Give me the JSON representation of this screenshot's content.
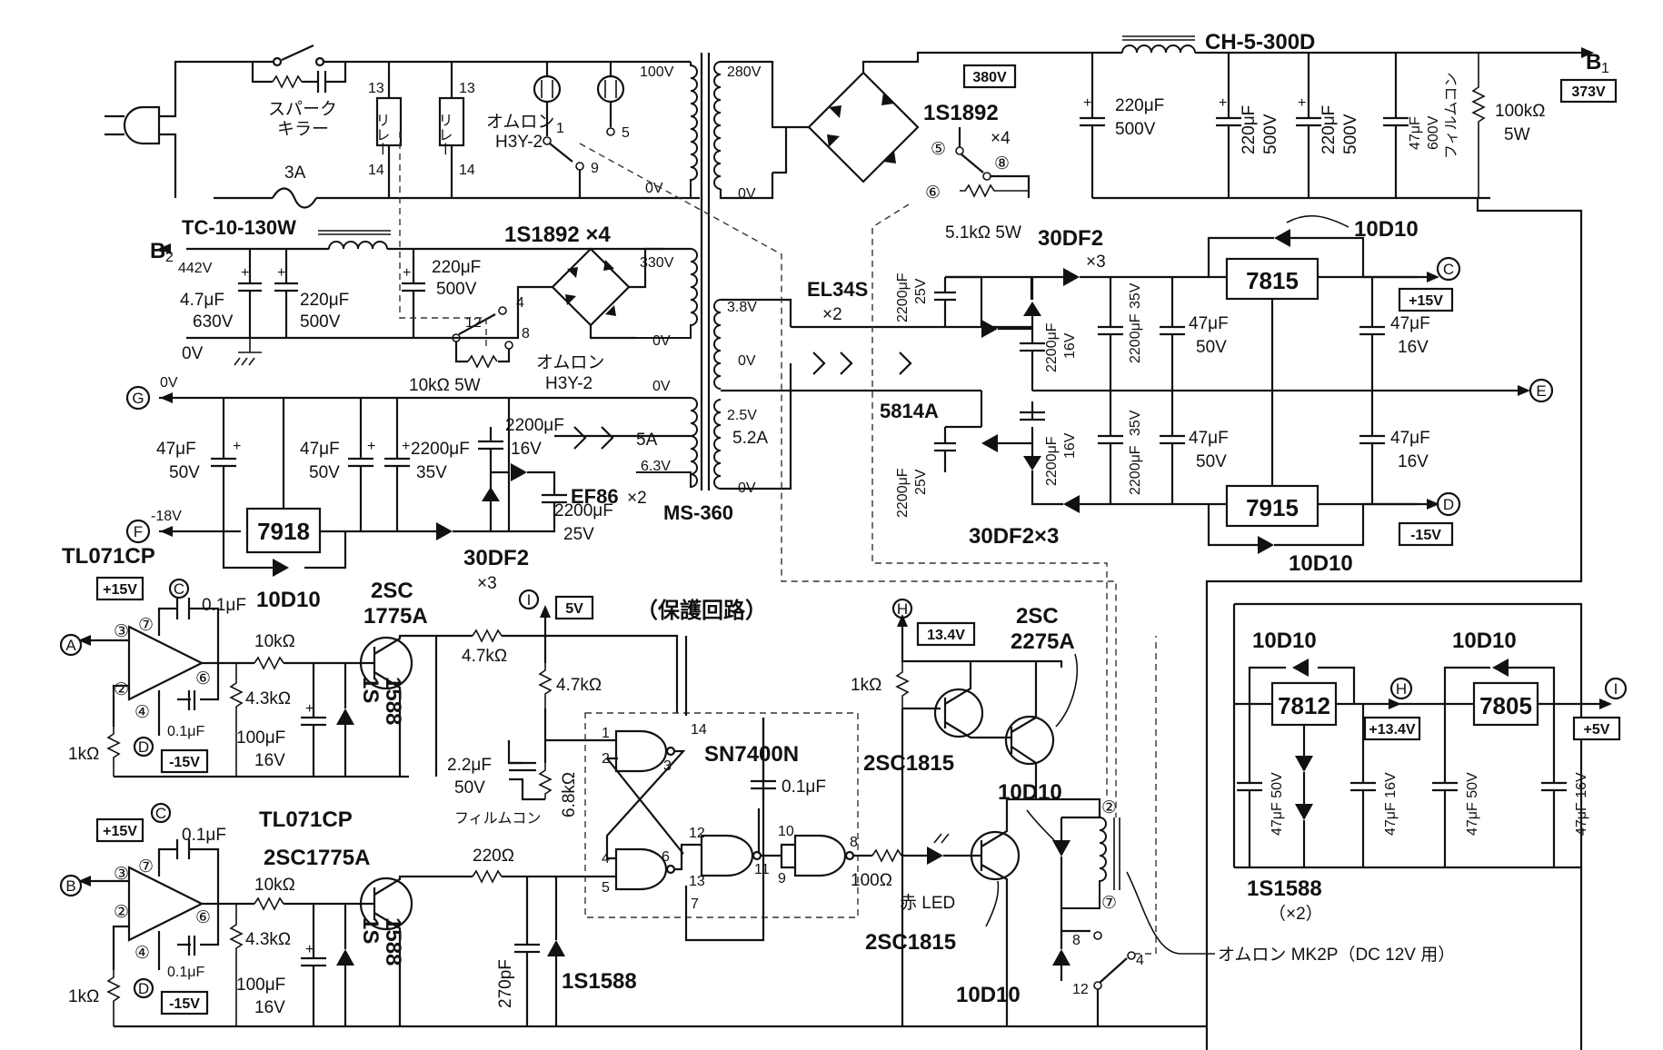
{
  "power": {
    "spark_killer_line1": "スパーク",
    "spark_killer_line2": "キラー",
    "fuse": "3A",
    "relay": "リレー",
    "relay_pin_top": "13",
    "relay_pin_bottom": "14",
    "timer1_line1": "オムロン",
    "timer1_line2": "H3Y-2",
    "timer_pin1": "1",
    "timer_pin5": "5",
    "timer_pin9": "9",
    "pri_100v": "100V",
    "pri_0v": "0V"
  },
  "hv": {
    "sec_280v": "280V",
    "sec_0v": "0V",
    "bridge_diode": "1S1892",
    "bridge_count": "×4",
    "choke": "CH-5-300D",
    "v380": "380V",
    "cap1": "220μF",
    "cap1_v": "500V",
    "cap2": "220μF",
    "cap2_v": "500V",
    "cap3": "220μF",
    "cap3_v": "500V",
    "cap4": "47μF",
    "cap4_v": "600V",
    "cap4_type": "フィルムコン",
    "bleeder": "100kΩ",
    "bleeder_w": "5W",
    "out_label": "B",
    "out_sub": "1",
    "out_v": "373V",
    "res": "5.1kΩ 5W",
    "pin5": "⑤",
    "pin8": "⑧",
    "pin6": "⑥"
  },
  "b2": {
    "choke": "TC-10-130W",
    "out_label": "B",
    "out_sub": "2",
    "out_v": "442V",
    "cap1": "4.7μF",
    "cap1_v": "630V",
    "cap2": "220μF",
    "cap2_v": "500V",
    "cap3": "220μF",
    "cap3_v": "500V",
    "bridge_diode": "1S1892 ×4",
    "sec_330v": "330V",
    "sec_0v": "0V",
    "gnd": "0V",
    "timer_line1": "オムロン",
    "timer_line2": "H3Y-2",
    "pin12": "12",
    "pin4": "4",
    "pin8": "8",
    "res": "10kΩ 5W"
  },
  "heater": {
    "g_label": "G",
    "g_v": "0V",
    "f_label": "F",
    "f_v": "-18V",
    "cap1": "47μF",
    "cap1_v": "50V",
    "cap2": "47μF",
    "cap2_v": "50V",
    "cap3": "2200μF",
    "cap3_v": "35V",
    "cap4": "2200μF",
    "cap4_v": "16V",
    "cap5": "2200μF",
    "cap5_v": "25V",
    "reg": "7918",
    "diode": "10D10",
    "tube": "EF86",
    "tube_count": "×2",
    "sec_0v": "0V",
    "sec_5a": "5A",
    "sec_6v3": "6.3V",
    "rect": "30DF2",
    "rect_count": "×3"
  },
  "transformer": {
    "name": "MS-360",
    "s38": "3.8V",
    "s0a": "0V",
    "s25": "2.5V",
    "s52": "5.2A",
    "s0b": "0V",
    "tube1": "EL34S",
    "tube1_count": "×2",
    "tube2": "5814A"
  },
  "reg15": {
    "rect_top": "30DF2",
    "rect_top_count": "×3",
    "rect_bot": "30DF2×3",
    "cap_in_top": "2200μF",
    "cap_in_top_v": "25V",
    "cap_in_bot": "2200μF",
    "cap_in_bot_v": "25V",
    "cap_dbl1": "2200μF",
    "cap_dbl1_v": "16V",
    "cap_dbl2": "2200μF",
    "cap_dbl2_v": "16V",
    "cap_f1": "2200μF",
    "cap_f1_v": "35V",
    "cap_f2": "2200μF",
    "cap_f2_v": "35V",
    "cap_a": "47μF",
    "cap_a_v": "50V",
    "cap_b": "47μF",
    "cap_b_v": "16V",
    "cap_c": "47μF",
    "cap_c_v": "50V",
    "cap_d": "47μF",
    "cap_d_v": "16V",
    "pos_reg": "7815",
    "neg_reg": "7915",
    "diode_top": "10D10",
    "diode_bot": "10D10",
    "c_label": "C",
    "c_v": "+15V",
    "e_label": "E",
    "d_label": "D",
    "d_v": "-15V"
  },
  "lowv": {
    "reg1": "7812",
    "reg2": "7805",
    "diode1": "10D10",
    "diode2": "10D10",
    "h_label": "H",
    "h_v": "+13.4V",
    "i_label": "I",
    "i_v": "+5V",
    "cap1": "47μF 50V",
    "cap2": "47μF 16V",
    "cap3": "47μF 50V",
    "cap4": "47μF 16V",
    "diode3": "1S1588",
    "diode3_count": "（×2）"
  },
  "protect": {
    "title": "（保護回路）",
    "op1": "TL071CP",
    "op2": "TL071CP",
    "p15a": "+15V",
    "m15a": "-15V",
    "p15b": "+15V",
    "m15b": "-15V",
    "c01a": "0.1μF",
    "c01b": "0.1μF",
    "c01c": "0.1μF",
    "c01d": "0.1μF",
    "r10ka": "10kΩ",
    "r10kb": "10kΩ",
    "r43ka": "4.3kΩ",
    "r43kb": "4.3kΩ",
    "c100a": "100μF",
    "c100a_v": "16V",
    "c100b": "100μF",
    "c100b_v": "16V",
    "d1588a": "1S",
    "d1588a2": "1588",
    "d1588b": "1S",
    "d1588b2": "1588",
    "r1ka": "1kΩ",
    "r1kb": "1kΩ",
    "tr1_l1": "2SC",
    "tr1_l2": "1775A",
    "tr2": "2SC1775A",
    "i_label": "I",
    "v5": "5V",
    "r47ka": "4.7kΩ",
    "r47kb": "4.7kΩ",
    "c22": "2.2μF",
    "c22_v": "50V",
    "c22_type": "フィルムコン",
    "r68k": "6.8kΩ",
    "r220": "220Ω",
    "c270": "270pF",
    "d1588c": "1S1588",
    "ic": "SN7400N",
    "c01ic": "0.1μF",
    "r100": "100Ω",
    "led": "赤 LED",
    "tr3": "2SC1815",
    "tr4": "2SC1815",
    "tr5_l1": "2SC",
    "tr5_l2": "2275A",
    "h_label": "H",
    "v134": "13.4V",
    "r1kc": "1kΩ",
    "d10a": "10D10",
    "d10b": "10D10",
    "relay": "オムロン MK2P（DC 12V 用）",
    "a_label": "A",
    "b_label": "B",
    "pin3": "③",
    "pin2": "②",
    "pin4": "④",
    "pin6": "⑥",
    "pin7": "⑦",
    "circ_c": "C",
    "circ_d": "D",
    "gate_p1": "1",
    "gate_p2": "2",
    "gate_p3": "3",
    "gate_p4": "4",
    "gate_p5": "5",
    "gate_p6": "6",
    "gate_p7": "7",
    "gate_p8": "8",
    "gate_p9": "9",
    "gate_p10": "10",
    "gate_p11": "11",
    "gate_p12": "12",
    "gate_p13": "13",
    "gate_p14": "14",
    "rly_pin2": "②",
    "rly_pin7": "⑦",
    "rly_pin8": "8",
    "rly_pin12": "12",
    "rly_pin4": "4"
  }
}
